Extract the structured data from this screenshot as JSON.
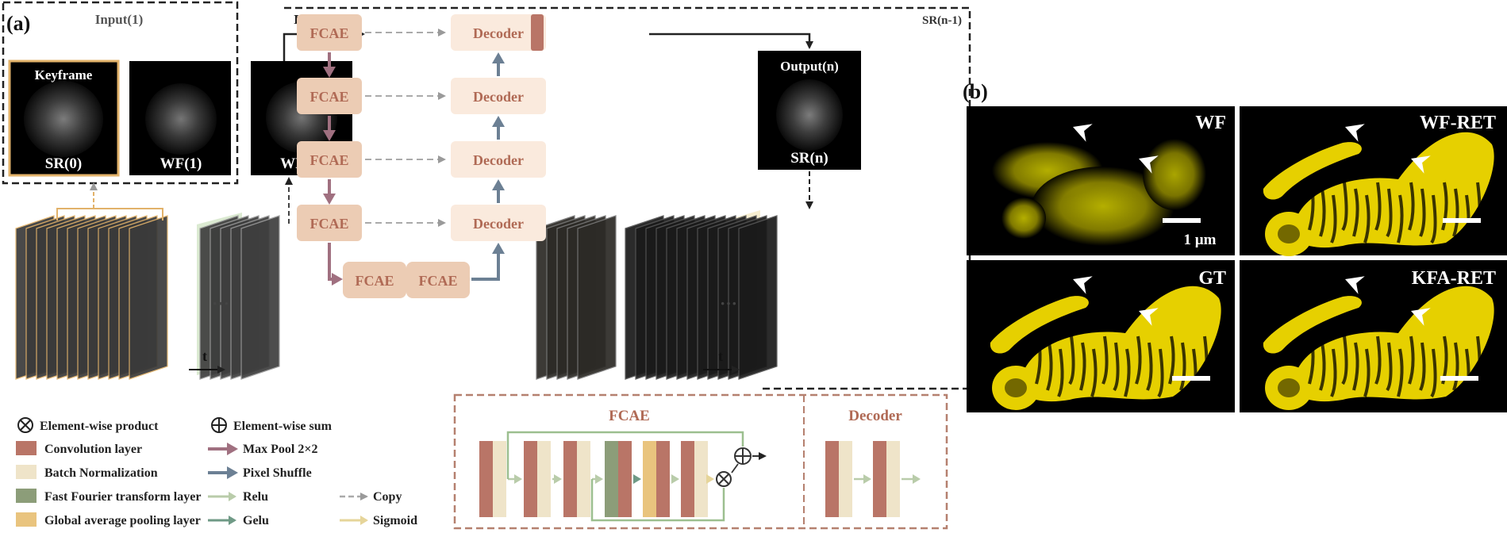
{
  "panel_a": {
    "label": "(a)",
    "input1_label": "Input(1)",
    "inputn_label": "Input(n)",
    "srn1_label": "SR(n-1)",
    "keyframe_label": "Keyframe",
    "sr0_label": "SR(0)",
    "wf1_label": "WF(1)",
    "wfn_label": "WF(n)",
    "output_label": "Output(n)",
    "srn_label": "SR(n)",
    "ellipsis": "···",
    "time_label": "t",
    "encoder": [
      "FCAE",
      "FCAE",
      "FCAE",
      "FCAE"
    ],
    "bottleneck": [
      "FCAE",
      "FCAE"
    ],
    "decoder": [
      "Decoder",
      "Decoder",
      "Decoder",
      "Decoder"
    ],
    "legend": {
      "product": "Element-wise product",
      "sum": "Element-wise sum",
      "conv": "Convolution layer",
      "maxpool": "Max Pool 2×2",
      "bn": "Batch Normalization",
      "shuffle": "Pixel Shuffle",
      "fft": "Fast Fourier transform layer",
      "relu": "Relu",
      "copy": "Copy",
      "gap": "Global average pooling layer",
      "gelu": "Gelu",
      "sigmoid": "Sigmoid"
    },
    "detail_fcae_title": "FCAE",
    "detail_decoder_title": "Decoder",
    "colors": {
      "conv": "#b97567",
      "bn": "#efe4c9",
      "fft": "#8c9d79",
      "gap": "#e9c47e",
      "fcae_box": "#ecccb4",
      "decoder_box": "#faeadd",
      "maxpool_arrow": "#a07080",
      "shuffle_arrow": "#6c8094",
      "relu_arrow": "#b9ccaa",
      "gelu_arrow": "#6f9a86",
      "sigmoid_arrow": "#efe4b0",
      "text_brown": "#b06a55"
    }
  },
  "panel_b": {
    "label": "(b)",
    "wf": "WF",
    "wf_ret": "WF-RET",
    "gt": "GT",
    "kfa_ret": "KFA-RET",
    "scale": "1 µm"
  }
}
